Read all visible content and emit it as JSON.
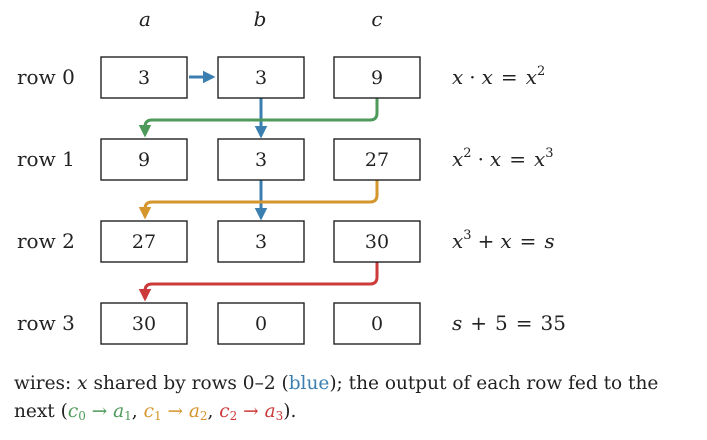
{
  "columns": [
    "a",
    "b",
    "c"
  ],
  "rows": [
    {
      "label": "row 0",
      "cells": [
        "3",
        "3",
        "9"
      ],
      "eq": {
        "lhs": [
          "x",
          " · ",
          "x",
          " = ",
          "x"
        ],
        "sup": "2"
      }
    },
    {
      "label": "row 1",
      "cells": [
        "9",
        "3",
        "27"
      ]
    },
    {
      "label": "row 2",
      "cells": [
        "27",
        "3",
        "30"
      ]
    },
    {
      "label": "row 3",
      "cells": [
        "30",
        "0",
        "0"
      ]
    }
  ],
  "equations": {
    "r0": {
      "v1": "x",
      "op1": "·",
      "v2": "x",
      "eq": "=",
      "v3": "x",
      "sup3": "2"
    },
    "r1": {
      "v1": "x",
      "sup1": "2",
      "op1": "·",
      "v2": "x",
      "eq": "=",
      "v3": "x",
      "sup3": "3"
    },
    "r2": {
      "v1": "x",
      "sup1": "3",
      "op1": "+",
      "v2": "x",
      "eq": "=",
      "v3": "s"
    },
    "r3": {
      "v1": "s",
      "op1": "+",
      "v2": "5",
      "eq": "=",
      "v3": "35"
    }
  },
  "colors": {
    "blue": "#3b7fb1",
    "green": "#4e9a5a",
    "orange": "#d5962d",
    "red": "#cc3a3a",
    "box": "#222222"
  },
  "caption": {
    "p1": "wires: ",
    "x": "x",
    "p2": " shared by rows 0–2 (",
    "blue_word": "blue",
    "p3": "); the output of each row fed to the next (",
    "c0": "c",
    "c0_sub": "0",
    "arrow": " → ",
    "a1": "a",
    "a1_sub": "1",
    "sep": ", ",
    "c1": "c",
    "c1_sub": "1",
    "a2": "a",
    "a2_sub": "2",
    "c2": "c",
    "c2_sub": "2",
    "a3": "a",
    "a3_sub": "3",
    "p4": ")."
  }
}
